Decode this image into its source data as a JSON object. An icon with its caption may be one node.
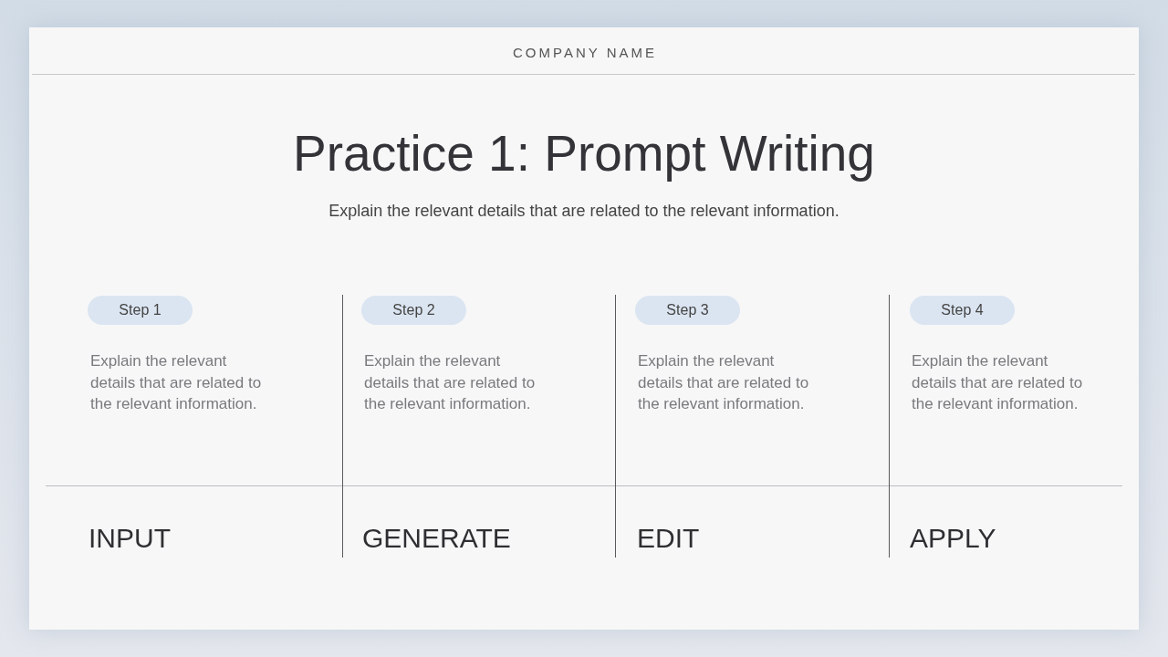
{
  "diagram": {
    "title": "Practice 1: Prompt Writing",
    "nodes": [
      {
        "text": [
          "Step 1"
        ]
      },
      {
        "text": [
          "Step 2"
        ]
      },
      {
        "text": [
          "Step 3"
        ]
      },
      {
        "text": [
          "Step 4"
        ]
      }
    ],
    "labels": [
      "COMPANY NAME",
      "Explain the relevant details that are related to the relevant information.",
      "Explain the relevant details that are related to the relevant information.",
      "Explain the relevant details that are related to the relevant information.",
      "Explain the relevant details that are related to the relevant information.",
      "Explain the relevant details that are related to the relevant information.",
      "INPUT",
      "GENERATE",
      "EDIT",
      "APPLY"
    ]
  }
}
